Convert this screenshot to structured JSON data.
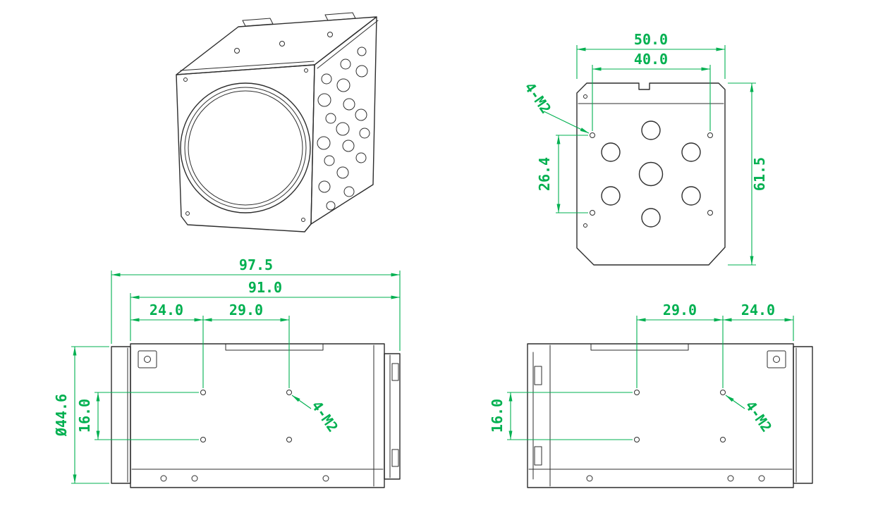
{
  "document": {
    "type": "engineering-drawing",
    "background": "#ffffff"
  },
  "colors": {
    "dimension": "#00b050",
    "outline": "#2d2d2d"
  },
  "views": {
    "front": {
      "dim_overall_width": "50.0",
      "dim_mount_hole_spacing_h": "40.0",
      "dim_overall_height": "61.5",
      "dim_mount_hole_spacing_v": "26.4",
      "thread_callout": "4-M2"
    },
    "side_left": {
      "dim_overall_length": "97.5",
      "dim_body_length": "91.0",
      "dim_hole_offset": "24.0",
      "dim_hole_pitch": "29.0",
      "dim_lens_diameter": "Ø44.6",
      "dim_hole_pitch_v": "16.0",
      "thread_callout": "4-M2"
    },
    "side_right": {
      "dim_hole_pitch": "29.0",
      "dim_hole_offset": "24.0",
      "dim_hole_pitch_v": "16.0",
      "thread_callout": "4-M2"
    }
  }
}
